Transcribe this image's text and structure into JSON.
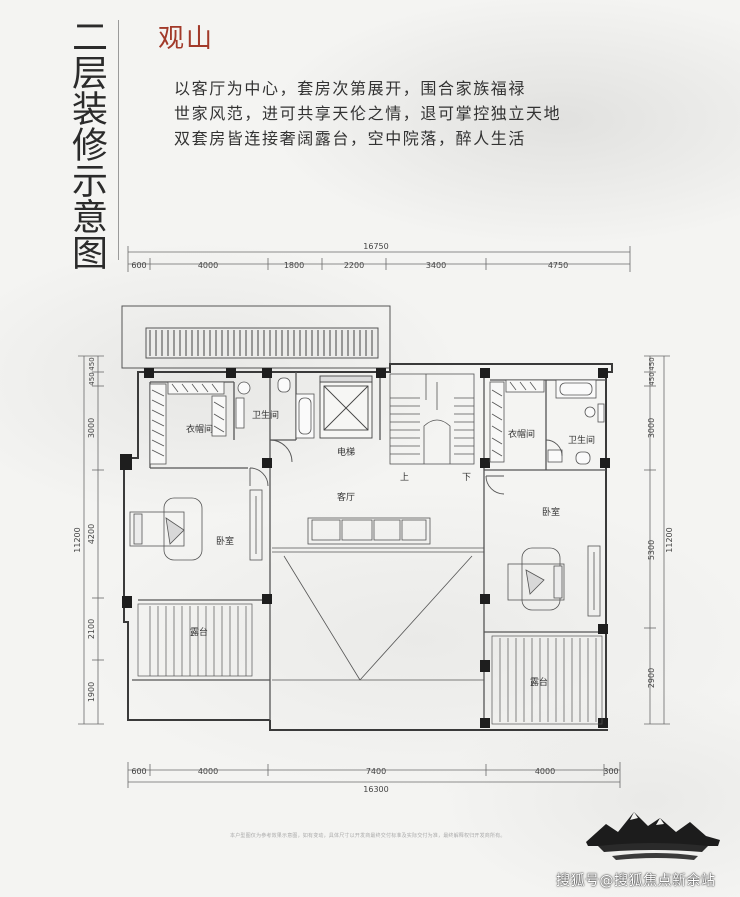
{
  "title": "二层装修示意图",
  "subtitle": "观山",
  "description": [
    "以客厅为中心，套房次第展开，围合家族福禄",
    "世家风范，进可共享天伦之情，退可掌控独立天地",
    "双套房皆连接奢阔露台，空中院落，醉人生活"
  ],
  "dimensions": {
    "top_total": "16750",
    "top": [
      "600",
      "4000",
      "1800",
      "2200",
      "3400",
      "4750"
    ],
    "bottom_total": "16300",
    "bottom": [
      "600",
      "4000",
      "7400",
      "4000",
      "300"
    ],
    "left_total": "11200",
    "left": [
      "450",
      "450",
      "3000",
      "4200",
      "2100",
      "1900"
    ],
    "right_total": "11200",
    "right": [
      "450",
      "450",
      "3000",
      "5300",
      "2900"
    ]
  },
  "rooms": {
    "closet_left": "衣帽间",
    "bath_left": "卫生间",
    "elevator": "电梯",
    "stair_up": "上",
    "stair_down": "下",
    "living": "客厅",
    "closet_right": "衣帽间",
    "bath_right": "卫生间",
    "bedroom_left": "卧室",
    "bedroom_right": "卧室",
    "terrace_left": "露台",
    "terrace_right": "露台"
  },
  "disclaimer": "本户型图仅为参考效果示意图，如有变动，具体尺寸以开发商最终交付标准及实际交付为准，最终解释权归开发商所有。",
  "watermark": "搜狐号@搜狐焦点新余站"
}
